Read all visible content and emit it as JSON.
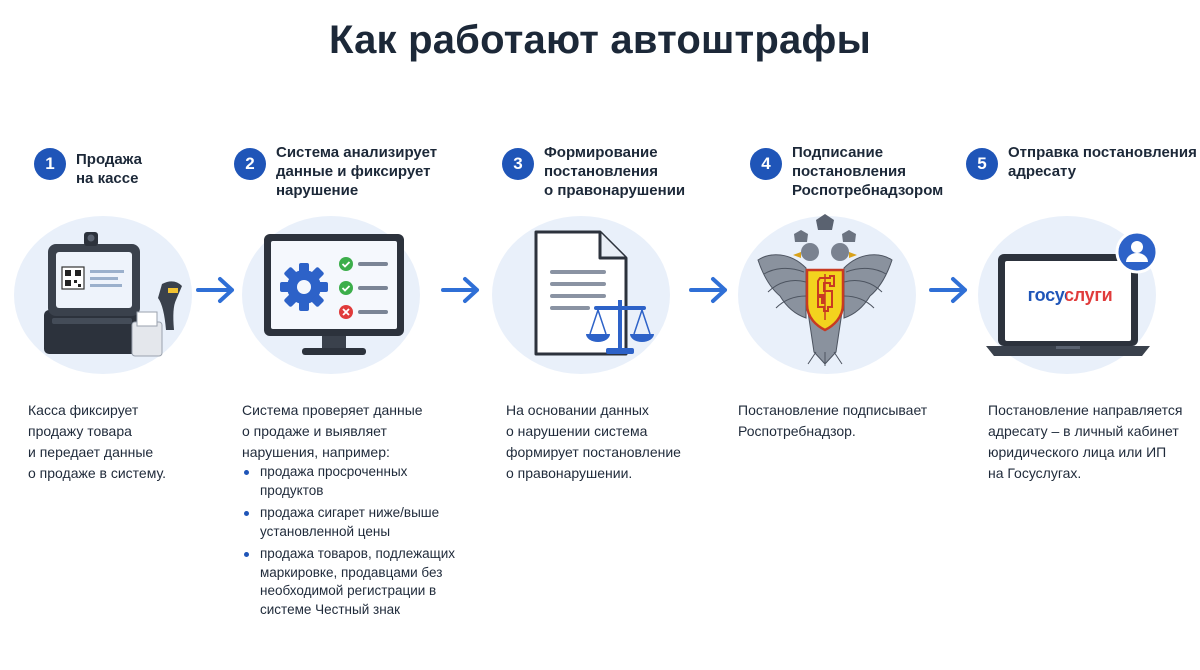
{
  "title": "Как работают автоштрафы",
  "accent_color": "#1f55b8",
  "steps": [
    {
      "number": "1",
      "title": "Продажа\nна кассе",
      "icon": "cash-register-icon",
      "description": "Касса фиксирует\nпродажу товара\nи передает данные\nо продаже в систему."
    },
    {
      "number": "2",
      "title": "Система анализирует\nданные и фиксирует\nнарушение",
      "icon": "monitor-gear-checklist-icon",
      "description": "Система проверяет данные\nо продаже и выявляет\nнарушения, например:",
      "bullets": [
        "продажа просроченных\nпродуктов",
        "продажа сигарет ниже/выше\nустановленной цены",
        "продажа товаров, подлежащих\nмаркировке, продавцами без\nнеобходимой регистрации в\nсистеме Честный знак"
      ]
    },
    {
      "number": "3",
      "title": "Формирование\nпостановления\nо правонарушении",
      "icon": "document-scales-icon",
      "description": "На основании данных\nо нарушении система\nформирует постановление\nо правонарушении."
    },
    {
      "number": "4",
      "title": "Подписание\nпостановления\nРоспотребнадзором",
      "icon": "rospotrebnadzor-emblem-icon",
      "description": "Постановление подписывает\nРоспотребнадзор."
    },
    {
      "number": "5",
      "title": "Отправка постановления\nадресату",
      "icon": "laptop-gosuslugi-icon",
      "description": "Постановление направляется\nадресату – в личный кабинет\nюридического лица или ИП\nна Госуслугах.",
      "screen_logo": "госуслуги"
    }
  ]
}
